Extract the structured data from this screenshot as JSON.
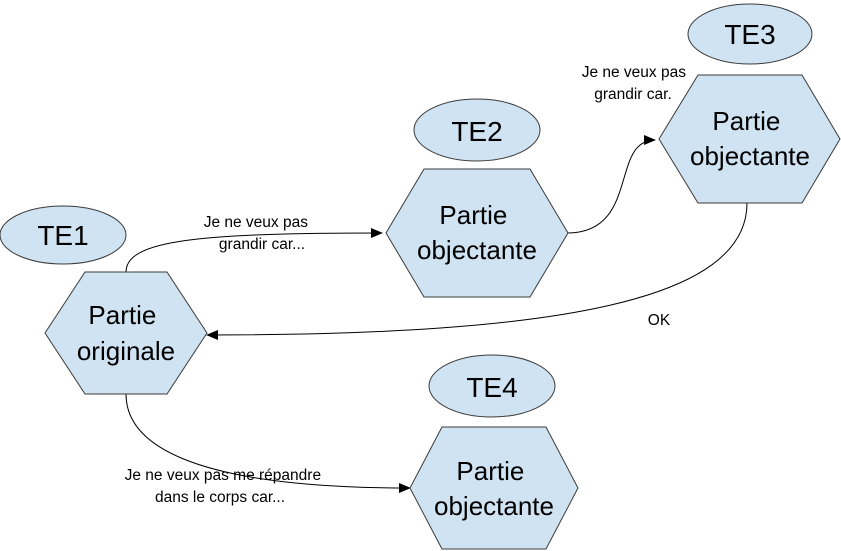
{
  "nodes": {
    "original": {
      "line1": "Partie",
      "line2": "originale"
    },
    "objectante_te2": {
      "line1": "Partie",
      "line2": "objectante"
    },
    "objectante_te3": {
      "line1": "Partie",
      "line2": "objectante"
    },
    "objectante_te4": {
      "line1": "Partie",
      "line2": "objectante"
    }
  },
  "tags": {
    "te1": "TE1",
    "te2": "TE2",
    "te3": "TE3",
    "te4": "TE4"
  },
  "edges": {
    "to_te2": {
      "line1": "Je ne veux pas",
      "line2": "grandir car..."
    },
    "to_te3": {
      "line1": "Je ne veux pas",
      "line2": "grandir car."
    },
    "te3_to_original": {
      "line1": "OK"
    },
    "to_te4": {
      "line1": "Je ne veux pas me répandre",
      "line2": "dans le corps car..."
    }
  },
  "colors": {
    "shape_fill": "#cfe3f2",
    "shape_stroke": "#3b3b3b",
    "arrow": "#000000"
  }
}
